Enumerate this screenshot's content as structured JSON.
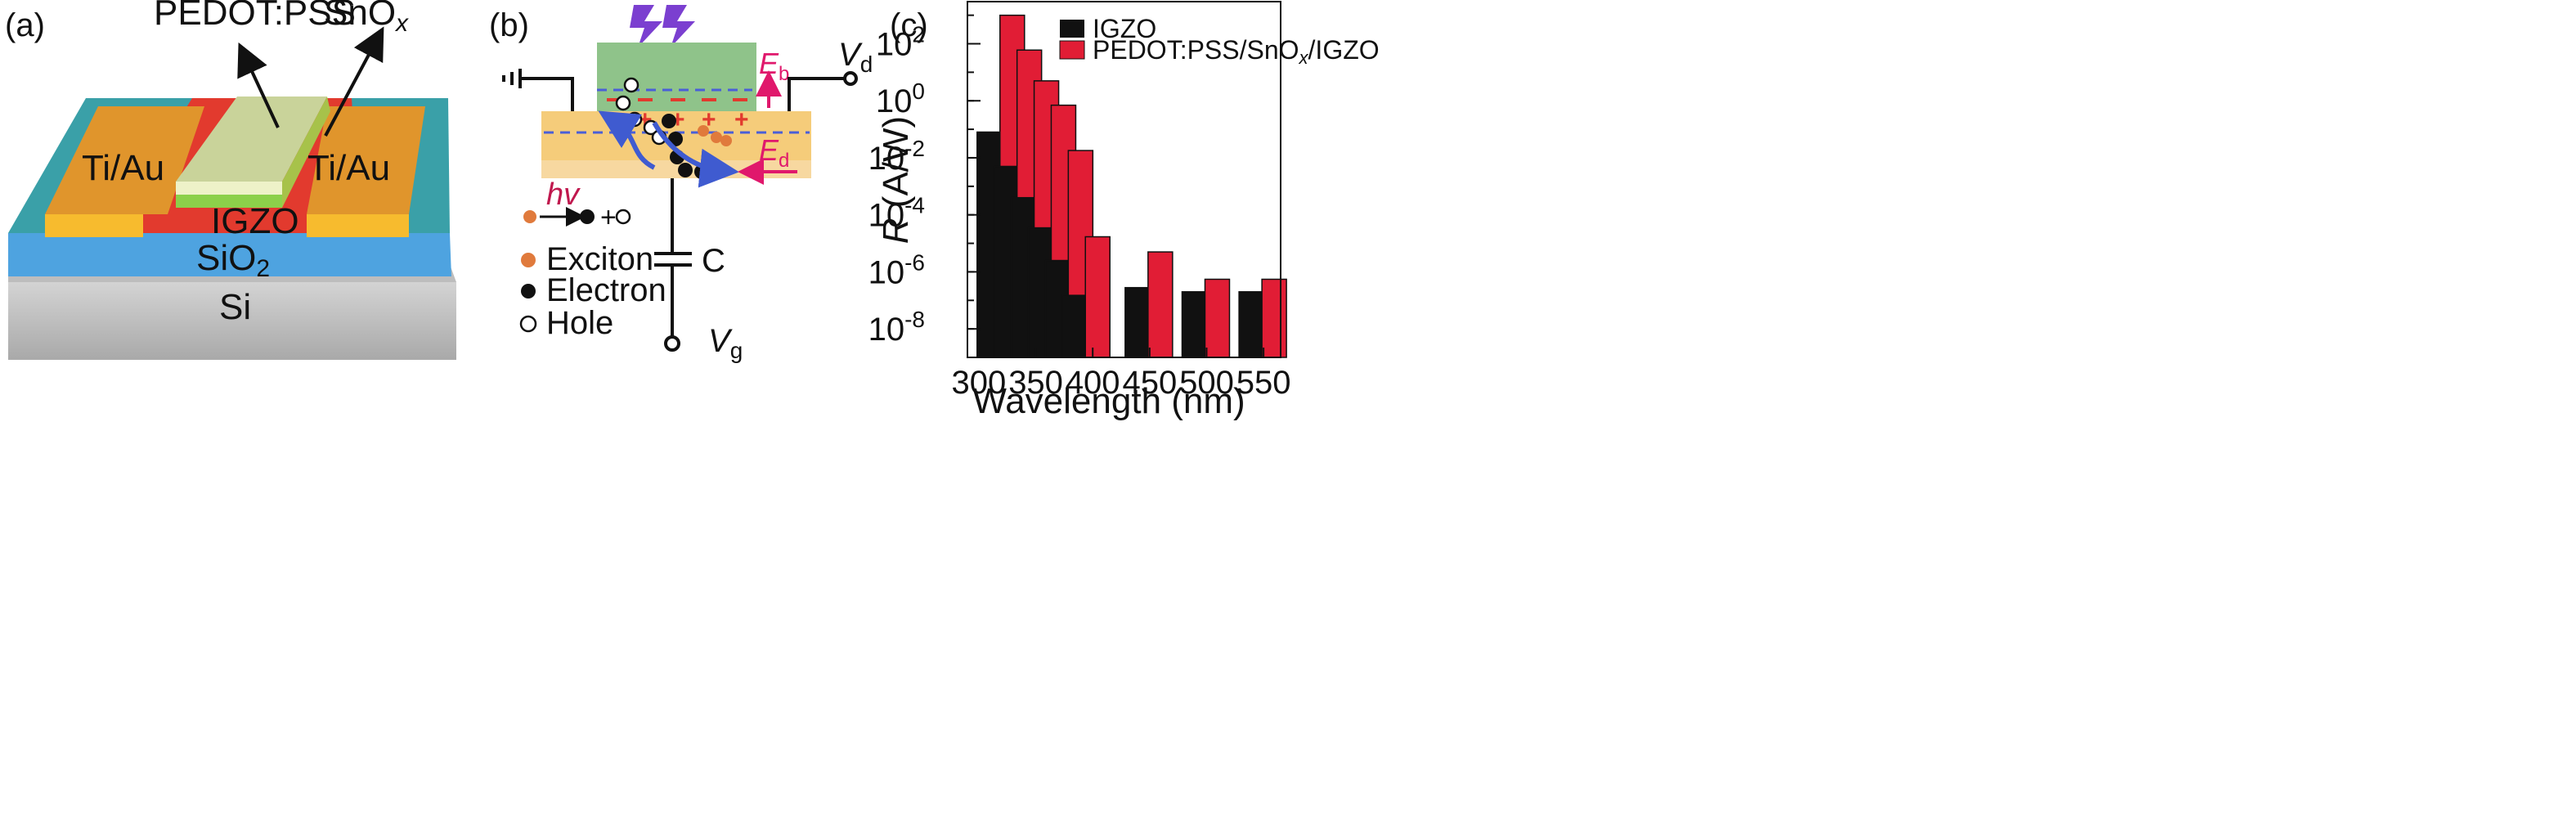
{
  "panel_a": {
    "panel_label": "(a)",
    "top_labels": {
      "pedot": "PEDOT:PSS",
      "snox_base": "SnO",
      "snox_sub": "x"
    },
    "layers": {
      "left_contact": "Ti/Au",
      "right_contact": "Ti/Au",
      "channel": "IGZO",
      "oxide_base": "SiO",
      "oxide_sub": "2",
      "substrate": "Si"
    },
    "colors": {
      "substrate": "#c3c3c3",
      "oxide": "#4ea3e0",
      "teal": "#3aa0a8",
      "contact": "#e0952c",
      "igzo": "#e23a2e",
      "pedot": "#c9d39a",
      "snox": "#8cd04a"
    }
  },
  "panel_b": {
    "panel_label": "(b)",
    "vd_base": "V",
    "vd_sub": "d",
    "vg_base": "V",
    "vg_sub": "g",
    "eb_base": "E",
    "eb_sub": "b",
    "ed_base": "E",
    "ed_sub": "d",
    "capacitor": "C",
    "hv": "hv",
    "plus_sign": "+",
    "legend": {
      "exciton": "Exciton",
      "electron": "Electron",
      "hole": "Hole"
    },
    "colors": {
      "top_layer": "#8fc38a",
      "bottom_layer": "#f5cc7a",
      "charge": "#e23a2e",
      "field_arrow": "#e0186c",
      "dash": "#4a5fd8",
      "flow_arrow": "#3f5bd0",
      "exciton": "#e07a3c",
      "flash": "#7b3fd0"
    }
  },
  "chart_data": {
    "panel_label": "(c)",
    "type": "bar",
    "categories": [
      "300",
      "350",
      "400",
      "450",
      "500",
      "550"
    ],
    "x": [
      320,
      335,
      350,
      365,
      380,
      395,
      450,
      500,
      550
    ],
    "series": [
      {
        "name": "IGZO",
        "color": "#111111",
        "values": [
          0.08,
          0.005,
          0.0004,
          3.5e-05,
          2.5e-06,
          1.5e-07,
          2.8e-07,
          2e-07,
          2e-07
        ]
      },
      {
        "name_parts": [
          "PEDOT:PSS/SnO",
          "x",
          "/IGZO"
        ],
        "color": "#e11d35",
        "values": [
          1000,
          60,
          5,
          0.7,
          0.018,
          1.7e-05,
          5e-06,
          5.5e-07,
          5.5e-07
        ]
      }
    ],
    "xlabel": "Wavelength (nm)",
    "ylabel_italic": "R",
    "ylabel_rest": " (A/W)",
    "xticks": [
      "300",
      "350",
      "400",
      "450",
      "500",
      "550"
    ],
    "yticks": [
      {
        "base": "10",
        "exp": "-8",
        "value": 1e-08
      },
      {
        "base": "10",
        "exp": "-6",
        "value": 1e-06
      },
      {
        "base": "10",
        "exp": "-4",
        "value": 0.0001
      },
      {
        "base": "10",
        "exp": "-2",
        "value": 0.01
      },
      {
        "base": "10",
        "exp": "0",
        "value": 1
      },
      {
        "base": "10",
        "exp": "2",
        "value": 100
      }
    ],
    "yscale": "log",
    "ylim": [
      1e-09,
      3000
    ],
    "legend_position": "top-right"
  }
}
